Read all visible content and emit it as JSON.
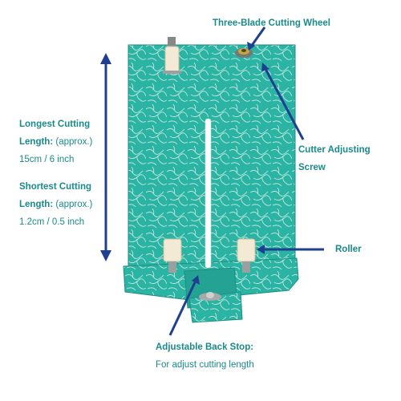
{
  "colors": {
    "teal_text": "#1a8a8a",
    "board": "#2bb3a3",
    "board_dark": "#1d8f83",
    "arrow": "#1f3f8f",
    "roller": "#f2ead5",
    "metal": "#b8b8b8"
  },
  "labels": {
    "three_blade": "Three-Blade Cutting Wheel",
    "longest_title": "Longest Cutting",
    "longest_length_word": "Length:",
    "longest_approx": "(approx.)",
    "longest_value": "15cm / 6 inch",
    "shortest_title": "Shortest Cutting",
    "shortest_length_word": "Length:",
    "shortest_approx": "(approx.)",
    "shortest_value": "1.2cm / 0.5 inch",
    "cutter_adjusting_1": "Cutter Adjusting",
    "cutter_adjusting_2": "Screw",
    "roller": "Roller",
    "back_stop_title": "Adjustable Back Stop:",
    "back_stop_sub": "For adjust cutting length"
  }
}
